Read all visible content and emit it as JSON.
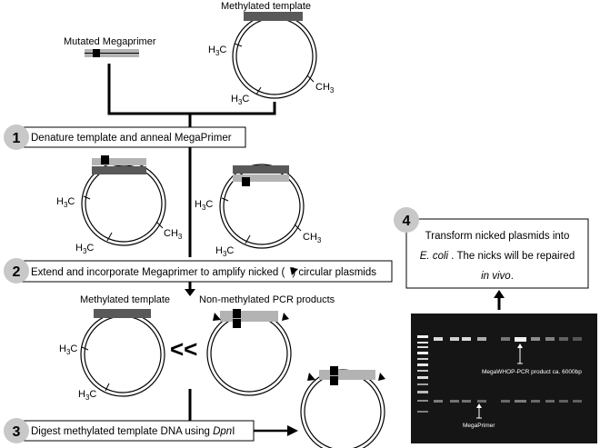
{
  "labels": {
    "methylated_template_top": "Methylated template",
    "mutated_megaprimer": "Mutated Megaprimer",
    "methylated_template_bottom": "Methylated template",
    "non_methylated_pcr": "Non-methylated PCR products",
    "h3c": "H",
    "h3c_sub": "3",
    "h3c_tail": "C",
    "ch3": "CH",
    "ch3_sub": "3",
    "much_less_than": "<<"
  },
  "steps": [
    {
      "num": "1",
      "text": "Denature template and anneal MegaPrimer"
    },
    {
      "num": "2",
      "text_before": "Extend and incorporate Megaprimer to amplify nicked (",
      "text_after": ") circular plasmids"
    },
    {
      "num": "3",
      "text_before": "Digest methylated template DNA using ",
      "text_italic": "Dpn",
      "text_after": "I"
    },
    {
      "num": "4",
      "line1": "Transform nicked plasmids into",
      "line2_italic": "E. coli",
      "line2_rest": " . The nicks will be repaired",
      "line3_italic": "in vivo",
      "line3_rest": "."
    }
  ],
  "gel": {
    "product_label": "MegaWHOP-PCR product ca. 6000bp",
    "primer_label": "MegaPrimer"
  },
  "colors": {
    "template_band": "#595959",
    "primer_band": "#b3b3b3",
    "mutation": "#000000",
    "step_circle": "#c8c8c8",
    "gel_bg": "#151515"
  }
}
